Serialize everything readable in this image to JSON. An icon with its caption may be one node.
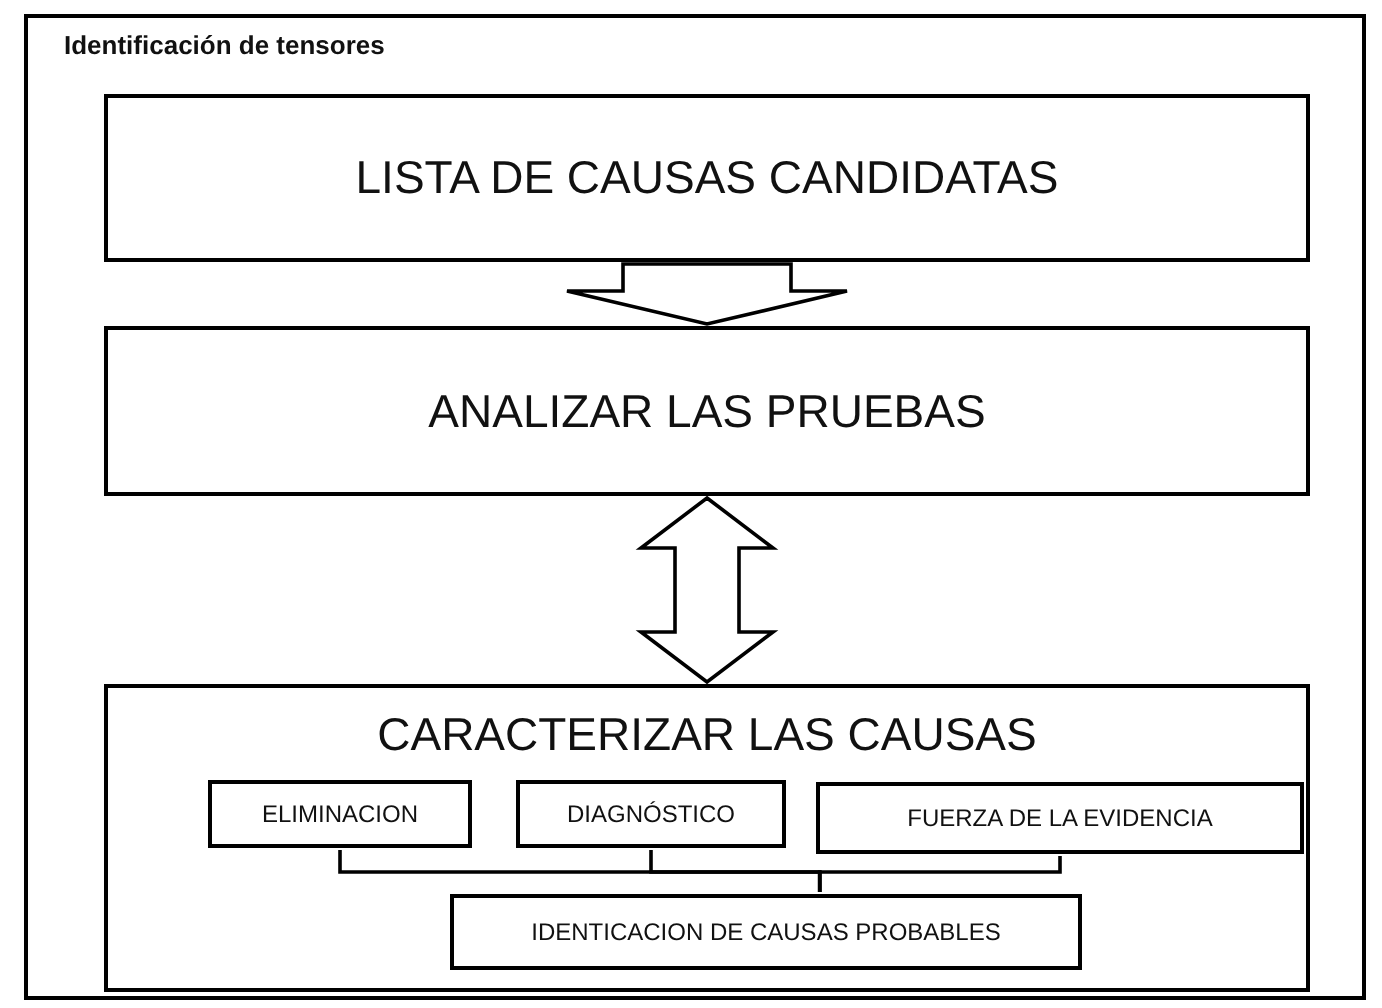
{
  "diagram": {
    "nodes": [
      {
        "text": [
          "Identificación de tensores"
        ]
      },
      {
        "text": [
          "LISTA DE CAUSAS CANDIDATAS"
        ],
        "in": 0
      },
      {
        "text": [
          "ANALIZAR LAS PRUEBAS"
        ],
        "in": 0
      },
      {
        "text": [
          "CARACTERIZAR LAS CAUSAS"
        ],
        "in": 0
      },
      {
        "text": [
          "ELIMINACION"
        ],
        "in": 3
      },
      {
        "text": [
          "DIAGNÓSTICO"
        ],
        "in": 3
      },
      {
        "text": [
          "FUERZA DE LA EVIDENCIA"
        ],
        "in": 3
      },
      {
        "text": [
          "IDENTICACION DE CAUSAS PROBABLES"
        ],
        "in": 3
      }
    ],
    "edges": [
      {
        "from": 1,
        "to": 2,
        "arrow": "to"
      },
      {
        "from": 2,
        "to": 3,
        "arrow": "both"
      },
      {
        "from": 4,
        "to": 7,
        "arrow": "none"
      },
      {
        "from": 5,
        "to": 7,
        "arrow": "none"
      },
      {
        "from": 6,
        "to": 7,
        "arrow": "none"
      }
    ]
  }
}
